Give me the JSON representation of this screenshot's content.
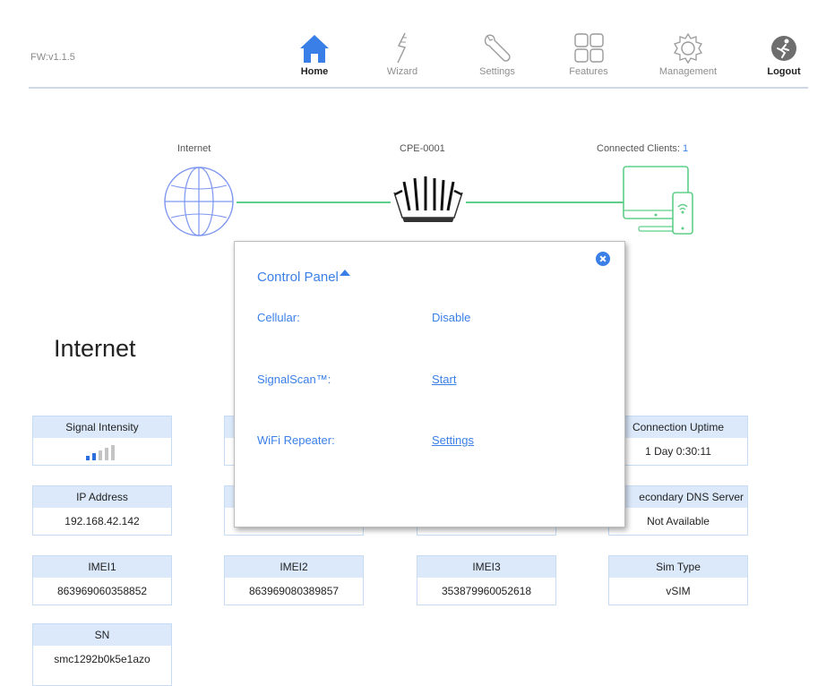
{
  "header": {
    "firmware": "FW:v1.1.5",
    "nav": [
      {
        "label": "Home",
        "icon": "home-icon",
        "active": true
      },
      {
        "label": "Wizard",
        "icon": "wand-icon"
      },
      {
        "label": "Settings",
        "icon": "wrench-icon"
      },
      {
        "label": "Features",
        "icon": "grid-icon"
      },
      {
        "label": "Management",
        "icon": "gear-icon"
      },
      {
        "label": "Logout",
        "icon": "logout-icon"
      }
    ]
  },
  "topology": {
    "internet_label": "Internet",
    "device_label": "CPE-0001",
    "clients_label": "Connected Clients:",
    "clients_count": "1",
    "accent": "#5ecf88"
  },
  "section_title": "Internet",
  "cards": {
    "signal_intensity": {
      "label": "Signal Intensity",
      "bars": 2,
      "of": 5
    },
    "connection_uptime": {
      "label": "Connection Uptime",
      "value": "1 Day 0:30:11"
    },
    "ip_address": {
      "label": "IP Address",
      "value": "192.168.42.142"
    },
    "secondary_dns": {
      "label": "econdary DNS Server",
      "value": "Not Available"
    },
    "imei1": {
      "label": "IMEI1",
      "value": "863969060358852"
    },
    "imei2": {
      "label": "IMEI2",
      "value": "863969080389857"
    },
    "imei3": {
      "label": "IMEI3",
      "value": "353879960052618"
    },
    "sim_type": {
      "label": "Sim Type",
      "value": "vSIM"
    },
    "sn": {
      "label": "SN",
      "value": "smc1292b0k5e1azo"
    }
  },
  "control_panel": {
    "title": "Control Panel",
    "rows": [
      {
        "label": "Cellular:",
        "value": "Disable"
      },
      {
        "label": "SignalScan™:",
        "value": "Start"
      },
      {
        "label": "WiFi Repeater:",
        "value": "Settings"
      }
    ]
  },
  "colors": {
    "accent_blue": "#3a7fe8",
    "card_header": "#dbe9fb",
    "line_green": "#5ecf88"
  }
}
